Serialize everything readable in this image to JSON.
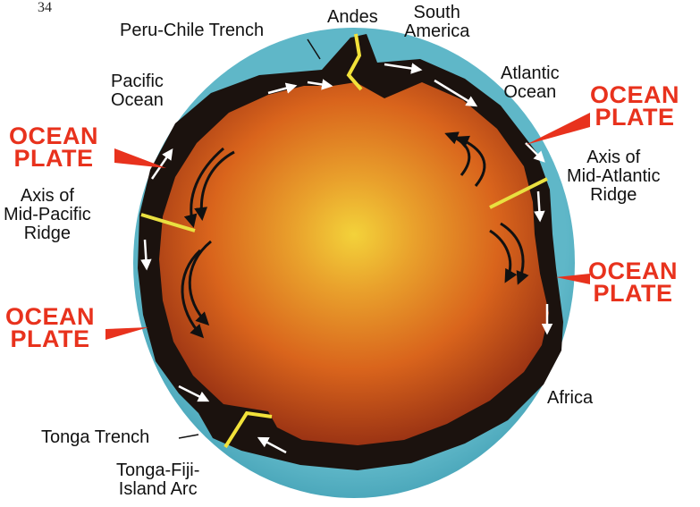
{
  "page_number": "34",
  "labels": {
    "peru_chile_trench": "Peru-Chile Trench",
    "andes": "Andes",
    "south_america": "South\nAmerica",
    "pacific_ocean": "Pacific\nOcean",
    "atlantic_ocean": "Atlantic\nOcean",
    "axis_mid_pacific": "Axis of\nMid-Pacific\nRidge",
    "axis_mid_atlantic": "Axis of\nMid-Atlantic\nRidge",
    "africa": "Africa",
    "tonga_trench": "Tonga Trench",
    "tonga_fiji": "Tonga-Fiji-\nIsland Arc"
  },
  "plates": {
    "left_upper": "OCEAN\nPLATE",
    "left_lower": "OCEAN\nPLATE",
    "right_upper": "OCEAN\nPLATE",
    "right_lower": "OCEAN\nPLATE"
  },
  "colors": {
    "ocean_ring": "#4aa9bd",
    "core_center": "#f3d23a",
    "core_mid": "#d9641c",
    "core_edge": "#8f2a12",
    "crust": "#1b120e",
    "plate_label": "#e8321d",
    "ridge_highlight": "#f2e23a"
  }
}
